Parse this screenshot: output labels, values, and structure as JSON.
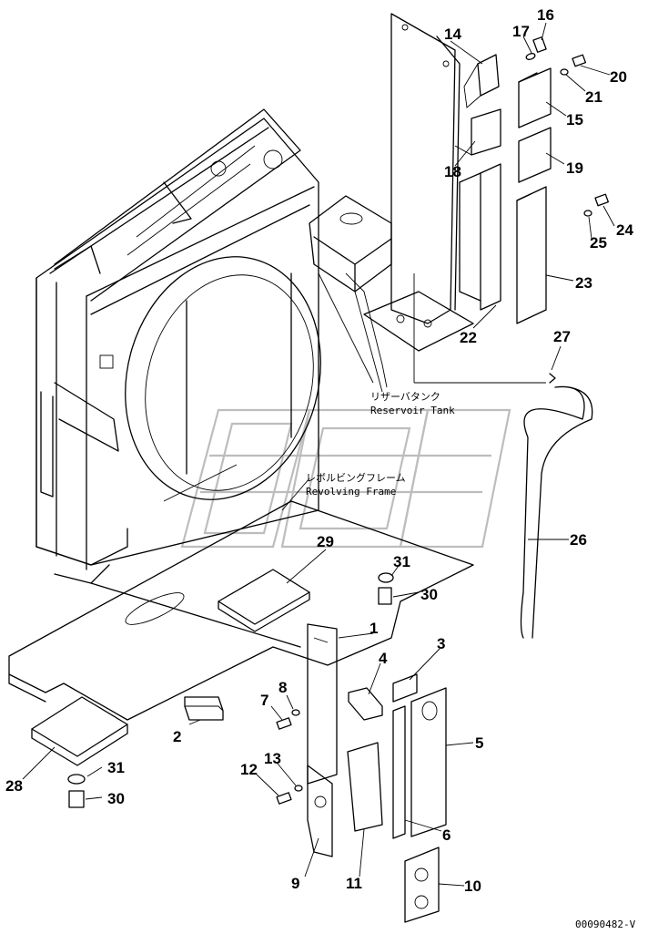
{
  "diagram": {
    "drawing_code": "00090482-V",
    "callouts": {
      "reservoir_tank": {
        "jp": "リザーバタンク",
        "en": "Reservoir Tank"
      },
      "revolving_frame": {
        "jp": "レボルビングフレーム",
        "en": "Revolving Frame"
      }
    },
    "part_numbers": {
      "p1": "1",
      "p2": "2",
      "p3": "3",
      "p4": "4",
      "p5": "5",
      "p6": "6",
      "p7": "7",
      "p8": "8",
      "p9": "9",
      "p10": "10",
      "p11": "11",
      "p12": "12",
      "p13": "13",
      "p14": "14",
      "p15": "15",
      "p16": "16",
      "p17": "17",
      "p18": "18",
      "p19": "19",
      "p20": "20",
      "p21": "21",
      "p22": "22",
      "p23": "23",
      "p24": "24",
      "p25": "25",
      "p26": "26",
      "p27": "27",
      "p28": "28",
      "p29": "29",
      "p30a": "30",
      "p31a": "31",
      "p30b": "30",
      "p31b": "31"
    }
  }
}
